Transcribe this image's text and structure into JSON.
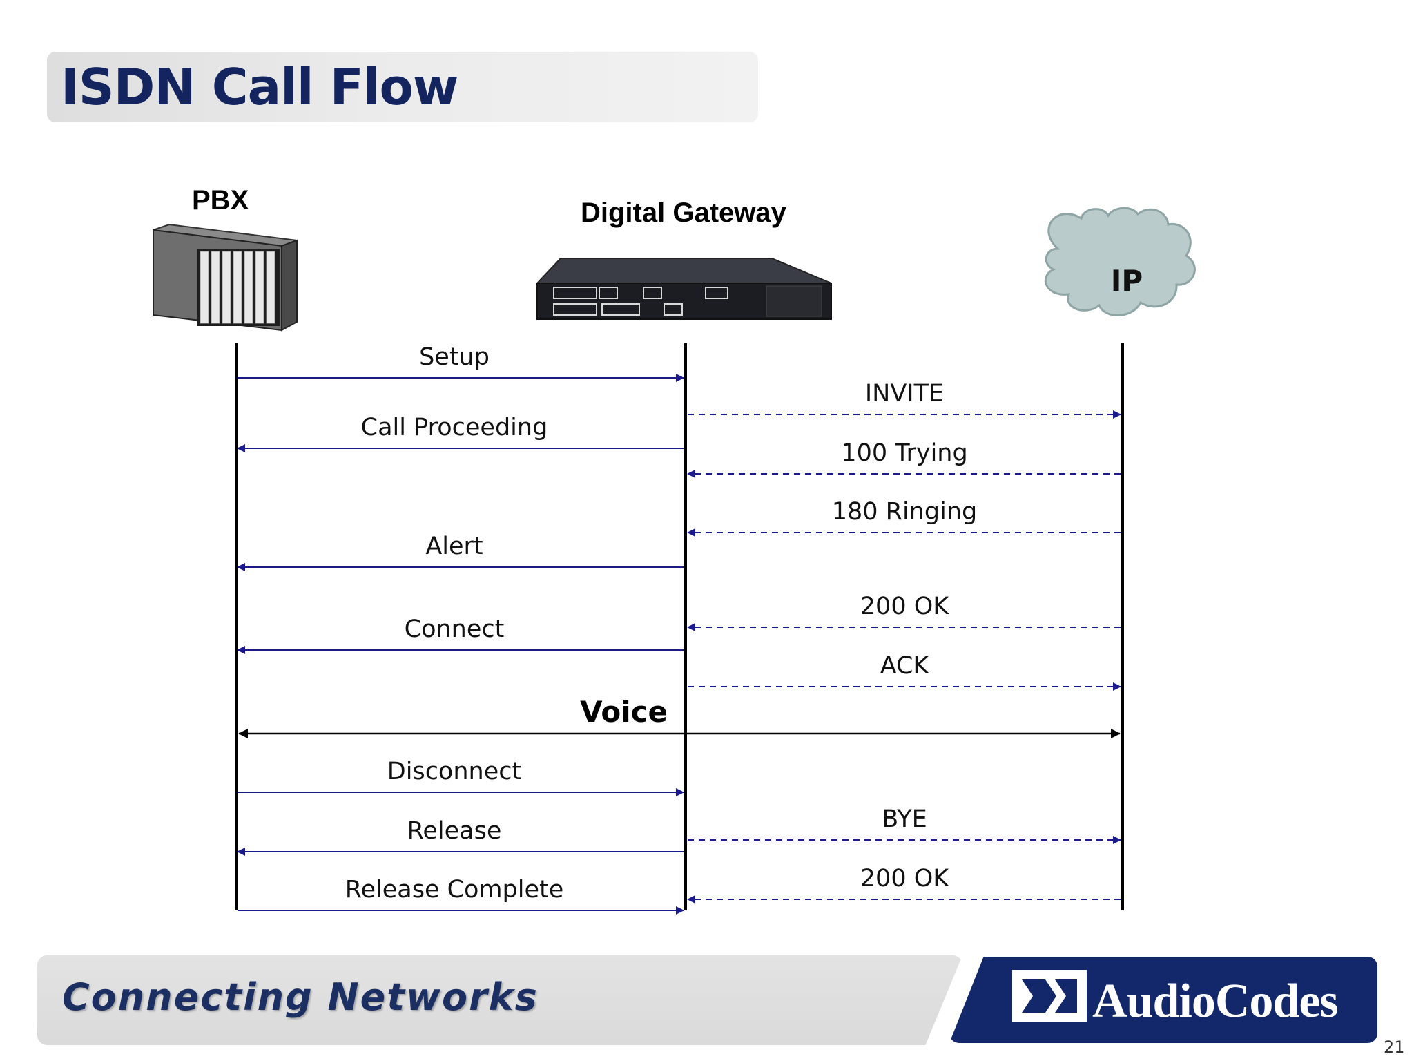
{
  "slide": {
    "title": "ISDN Call Flow",
    "page_number": "21"
  },
  "entities": {
    "pbx": "PBX",
    "gateway": "Digital Gateway",
    "ip": "IP"
  },
  "isdn_messages": [
    {
      "label": "Setup",
      "direction": "to-gateway"
    },
    {
      "label": "Call Proceeding",
      "direction": "to-pbx"
    },
    {
      "label": "Alert",
      "direction": "to-pbx"
    },
    {
      "label": "Connect",
      "direction": "to-pbx"
    },
    {
      "label": "Disconnect",
      "direction": "to-gateway"
    },
    {
      "label": "Release",
      "direction": "to-pbx"
    },
    {
      "label": "Release Complete",
      "direction": "to-gateway"
    }
  ],
  "sip_messages": [
    {
      "label": "INVITE",
      "direction": "to-ip"
    },
    {
      "label": "100 Trying",
      "direction": "to-gateway"
    },
    {
      "label": "180 Ringing",
      "direction": "to-gateway"
    },
    {
      "label": "200 OK",
      "direction": "to-gateway"
    },
    {
      "label": "ACK",
      "direction": "to-ip"
    },
    {
      "label": "BYE",
      "direction": "to-ip"
    },
    {
      "label": "200 OK",
      "direction": "to-gateway"
    }
  ],
  "voice_label": "Voice",
  "footer": {
    "tagline": "Connecting Networks",
    "logo_text": "AudioCodes"
  },
  "colors": {
    "title": "#13245e",
    "isdn_arrow": "#1a1a8c",
    "sip_arrow": "#1a1a8c",
    "voice_arrow": "#000000",
    "cloud": "#b9cbcb",
    "logo_bg": "#12286a"
  }
}
